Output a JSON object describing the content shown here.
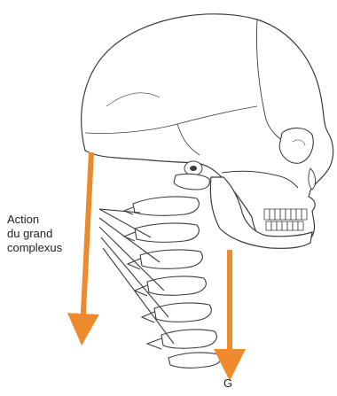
{
  "labels": {
    "action_lines": [
      "Action",
      "du grand",
      "complexus"
    ],
    "gravity": "G"
  },
  "colors": {
    "arrow": "#ee8a2b",
    "outline": "#3c3c3c",
    "bone_fill": "#ffffff"
  },
  "icons": [
    "skull-illustration",
    "cervical-spine-illustration",
    "muscle-action-arrow",
    "gravity-arrow"
  ]
}
